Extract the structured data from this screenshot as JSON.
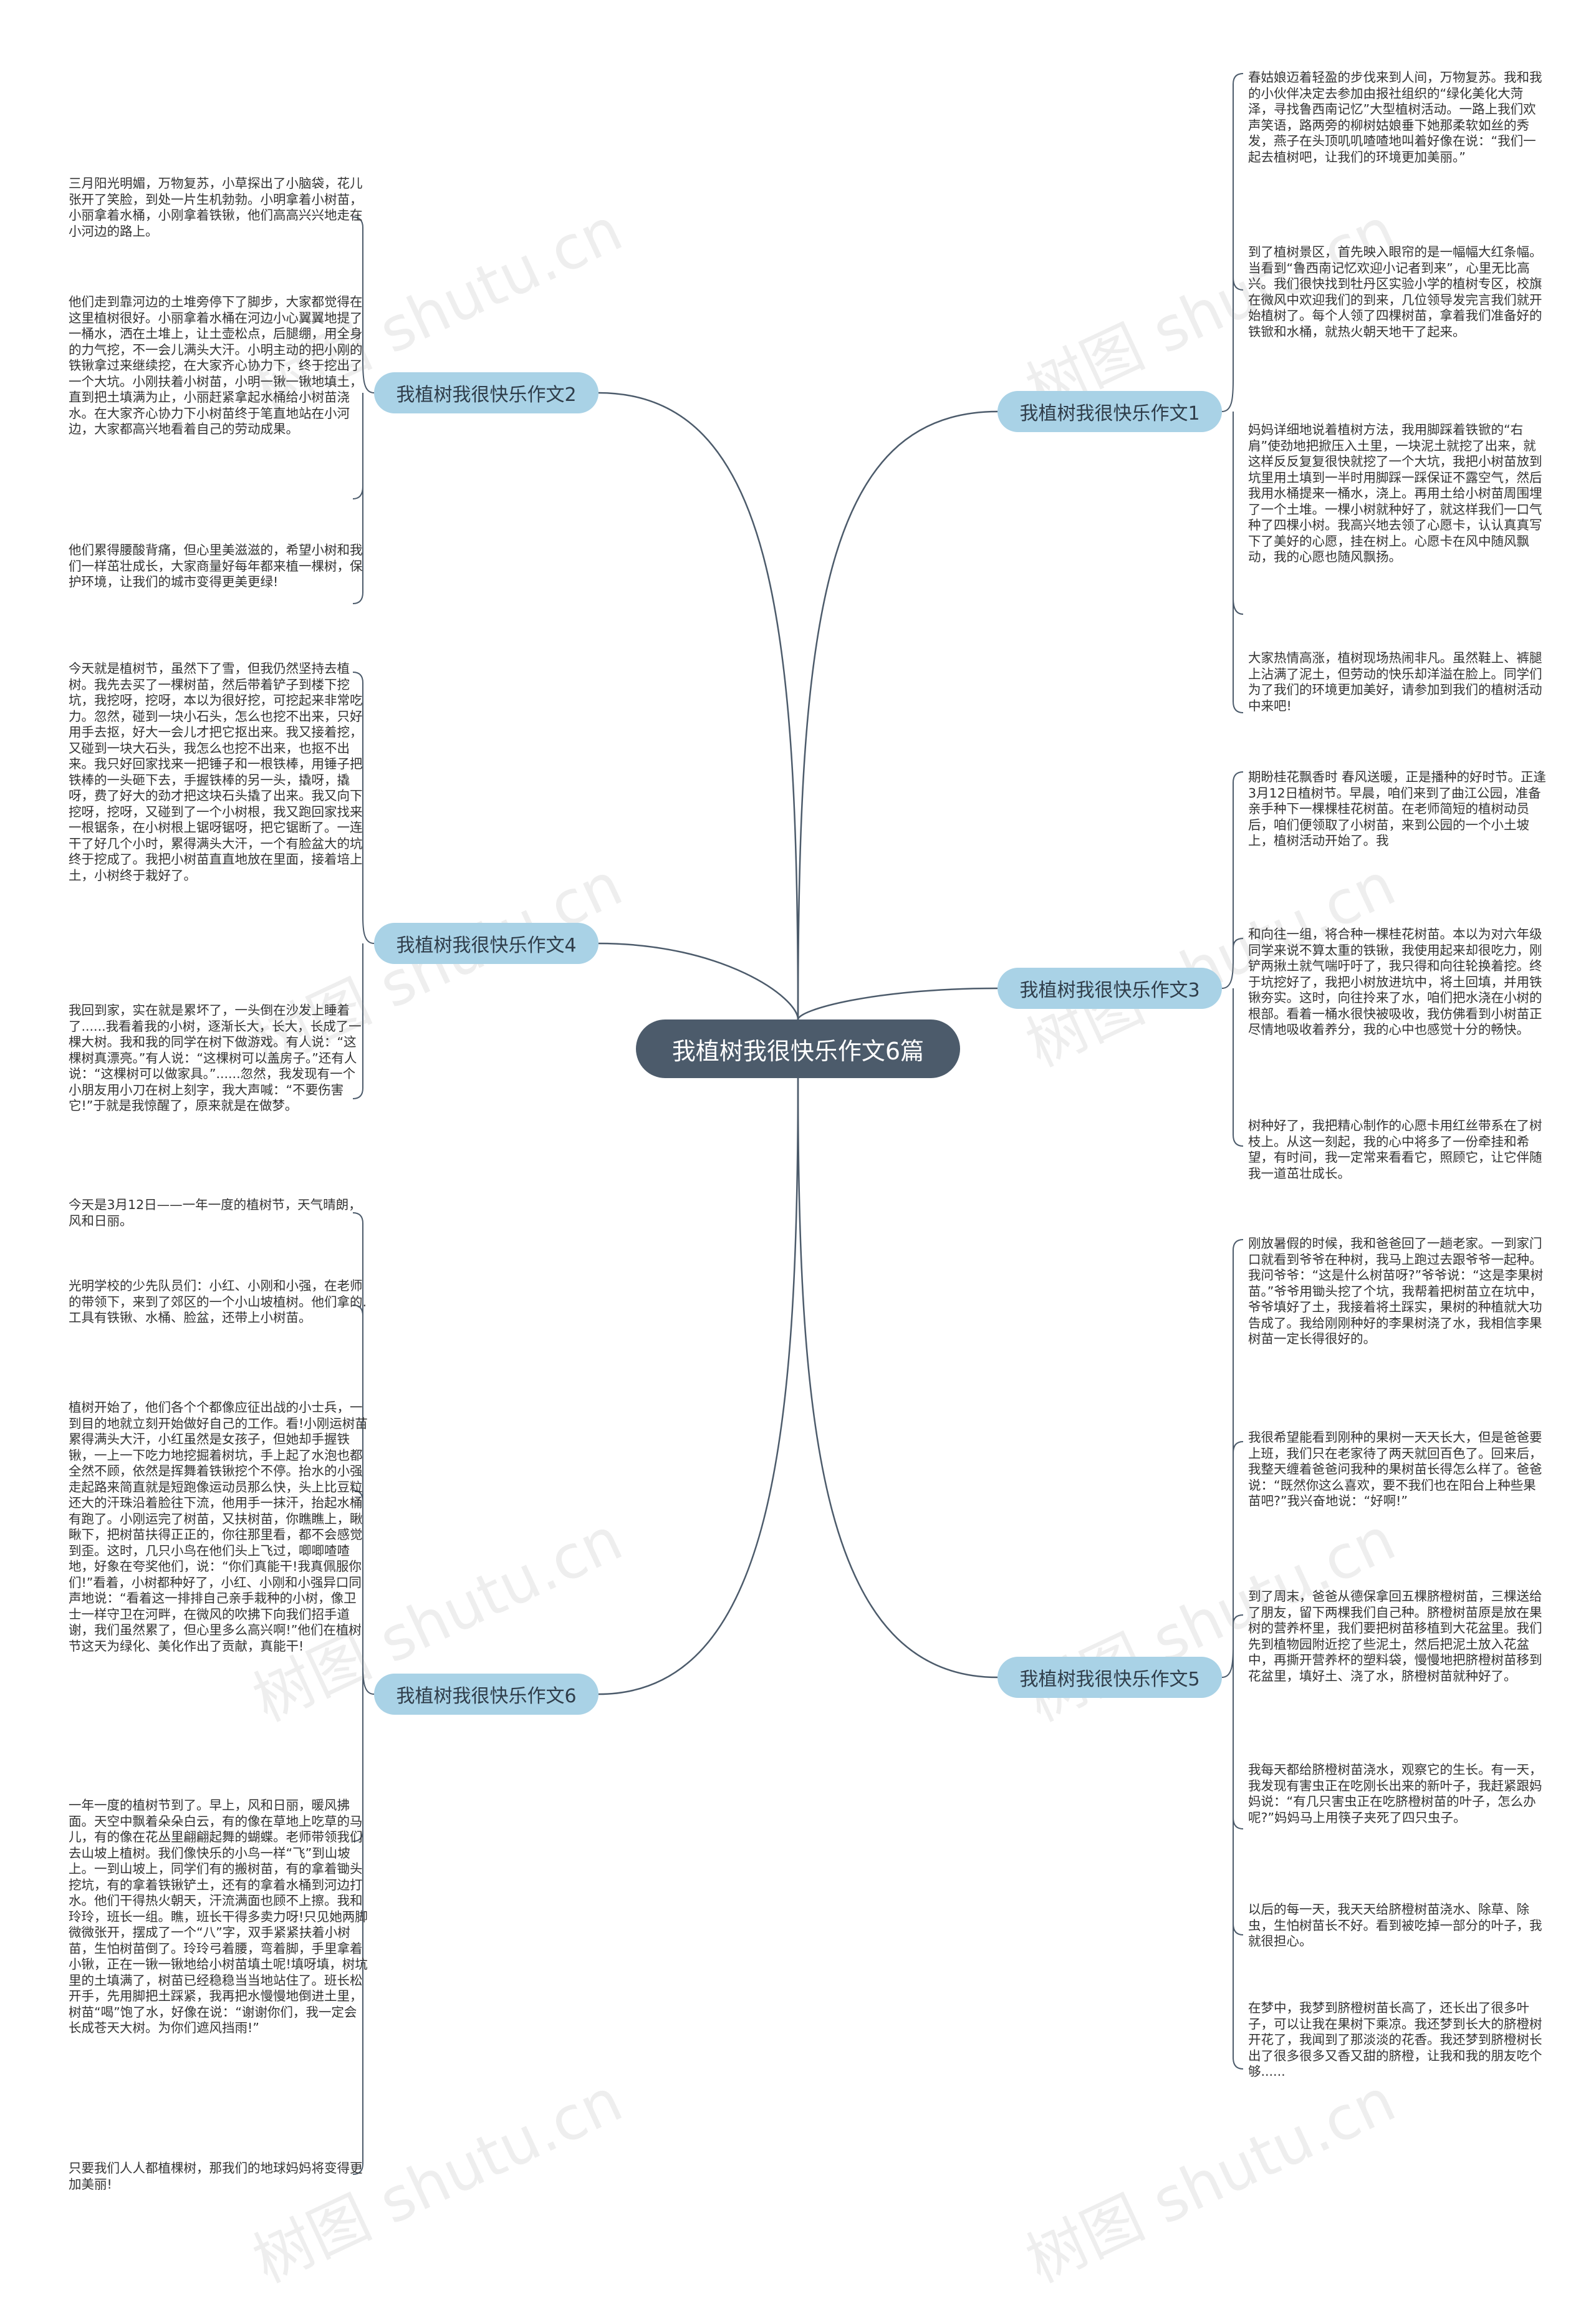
{
  "root": "我植树我很快乐作文6篇",
  "watermark": "树图 shutu.cn",
  "branches": {
    "b1": {
      "title": "我植树我很快乐作文1",
      "leaves": [
        "春姑娘迈着轻盈的步伐来到人间，万物复苏。我和我的小伙伴决定去参加由报社组织的“绿化美化大菏泽，寻找鲁西南记忆”大型植树活动。一路上我们欢声笑语，路两旁的柳树姑娘垂下她那柔软如丝的秀发，燕子在头顶叽叽喳喳地叫着好像在说：“我们一起去植树吧，让我们的环境更加美丽。”",
        "到了植树景区，首先映入眼帘的是一幅幅大红条幅。当看到“鲁西南记忆欢迎小记者到来”，心里无比高兴。我们很快找到牡丹区实验小学的植树专区，校旗在微风中欢迎我们的到来，几位领导发完言我们就开始植树了。每个人领了四棵树苗，拿着我们准备好的铁锨和水桶，就热火朝天地干了起来。",
        "妈妈详细地说着植树方法，我用脚踩着铁锨的“右肩”使劲地把掀压入土里，一块泥土就挖了出来，就这样反反复复很快就挖了一个大坑，我把小树苗放到坑里用土填到一半时用脚踩一踩保证不露空气，然后我用水桶提来一桶水，浇上。再用土给小树苗周围埋了一个土堆。一棵小树就种好了，就这样我们一口气种了四棵小树。我高兴地去领了心愿卡，认认真真写下了美好的心愿，挂在树上。心愿卡在风中随风飘动，我的心愿也随风飘扬。",
        "大家热情高涨，植树现场热闹非凡。虽然鞋上、裤腿上沾满了泥土，但劳动的快乐却洋溢在脸上。同学们为了我们的环境更加美好，请参加到我们的植树活动中来吧!"
      ]
    },
    "b2": {
      "title": "我植树我很快乐作文2",
      "leaves": [
        "三月阳光明媚，万物复苏，小草探出了小脑袋，花儿张开了笑脸，到处一片生机勃勃。小明拿着小树苗，小丽拿着水桶，小刚拿着铁锹，他们高高兴兴地走在小河边的路上。",
        "他们走到靠河边的土堆旁停下了脚步，大家都觉得在这里植树很好。小丽拿着水桶在河边小心翼翼地提了一桶水，洒在土堆上，让土壶松点，后腿绷，用全身的力气挖，不一会儿满头大汗。小明主动的把小刚的铁锹拿过来继续挖，在大家齐心协力下，终于挖出了一个大坑。小刚扶着小树苗，小明一锹一锹地填土，直到把土填满为止，小丽赶紧拿起水桶给小树苗浇水。在大家齐心协力下小树苗终于笔直地站在小河边，大家都高兴地看着自己的劳动成果。",
        "他们累得腰酸背痛，但心里美滋滋的，希望小树和我们一样茁壮成长，大家商量好每年都来植一棵树，保护环境，让我们的城市变得更美更绿!"
      ]
    },
    "b3": {
      "title": "我植树我很快乐作文3",
      "leaves": [
        "期盼桂花飘香时 春风送暖，正是播种的好时节。正逢3月12日植树节。早晨，咱们来到了曲江公园，准备亲手种下一棵棵桂花树苗。在老师简短的植树动员后，咱们便领取了小树苗，来到公园的一个小土坡上，植树活动开始了。我",
        "和向往一组，将合种一棵桂花树苗。本以为对六年级同学来说不算太重的铁锹，我使用起来却很吃力，刚铲两揪土就气喘吁吁了，我只得和向往轮换着挖。终于坑挖好了，我把小树放进坑中，将土回填，并用铁锹夯实。这时，向往拎来了水，咱们把水浇在小树的根部。看着一桶水很快被吸收，我仿佛看到小树苗正尽情地吸收着养分，我的心中也感觉十分的畅快。",
        "树种好了，我把精心制作的心愿卡用红丝带系在了树枝上。从这一刻起，我的心中将多了一份牵挂和希望，有时间，我一定常来看看它，照顾它，让它伴随我一道茁壮成长。"
      ]
    },
    "b4": {
      "title": "我植树我很快乐作文4",
      "leaves": [
        "今天就是植树节，虽然下了雪，但我仍然坚持去植树。我先去买了一棵树苗，然后带着铲子到楼下挖坑，我挖呀，挖呀，本以为很好挖，可挖起来非常吃力。忽然，碰到一块小石头，怎么也挖不出来，只好用手去抠，好大一会儿才把它抠出来。我又接着挖，又碰到一块大石头，我怎么也挖不出来，也抠不出来。我只好回家找来一把锤子和一根铁棒，用锤子把铁棒的一头砸下去，手握铁棒的另一头，撬呀，撬呀，费了好大的劲才把这块石头撬了出来。我又向下挖呀，挖呀，又碰到了一个小树根，我又跑回家找来一根锯条，在小树根上锯呀锯呀，把它锯断了。一连干了好几个小时，累得满头大汗，一个有脸盆大的坑终于挖成了。我把小树苗直直地放在里面，接着培上土，小树终于栽好了。",
        "我回到家，实在就是累坏了，一头倒在沙发上睡着了......我看着我的小树，逐渐长大，长大，长成了一棵大树。我和我的同学在树下做游戏。有人说：“这棵树真漂亮。”有人说：“这棵树可以盖房子。”还有人说：“这棵树可以做家具。”......忽然，我发现有一个小朋友用小刀在树上刻字，我大声喊：“不要伤害它!”于就是我惊醒了，原来就是在做梦。"
      ]
    },
    "b5": {
      "title": "我植树我很快乐作文5",
      "leaves": [
        "刚放暑假的时候，我和爸爸回了一趟老家。一到家门口就看到爷爷在种树，我马上跑过去跟爷爷一起种。我问爷爷：“这是什么树苗呀?”爷爷说：“这是李果树苗。”爷爷用锄头挖了个坑，我帮着把树苗立在坑中，爷爷填好了土，我接着将土踩实，果树的种植就大功告成了。我给刚刚种好的李果树浇了水，我相信李果树苗一定长得很好的。",
        "我很希望能看到刚种的果树一天天长大，但是爸爸要上班，我们只在老家待了两天就回百色了。回来后，我整天缠着爸爸问我种的果树苗长得怎么样了。爸爸说：“既然你这么喜欢，要不我们也在阳台上种些果苗吧?”我兴奋地说：“好啊!”",
        "到了周末，爸爸从德保拿回五棵脐橙树苗，三棵送给了朋友，留下两棵我们自己种。脐橙树苗原是放在果树的营养杯里，我们要把树苗移植到大花盆里。我们先到植物园附近挖了些泥土，然后把泥土放入花盆中，再撕开营养杯的塑料袋，慢慢地把脐橙树苗移到花盆里，填好土、浇了水，脐橙树苗就种好了。",
        "我每天都给脐橙树苗浇水，观察它的生长。有一天，我发现有害虫正在吃刚长出来的新叶子，我赶紧跟妈妈说：“有几只害虫正在吃脐橙树苗的叶子，怎么办呢?”妈妈马上用筷子夹死了四只虫子。",
        "以后的每一天，我天天给脐橙树苗浇水、除草、除虫，生怕树苗长不好。看到被吃掉一部分的叶子，我就很担心。",
        "在梦中，我梦到脐橙树苗长高了，还长出了很多叶子，可以让我在果树下乘凉。我还梦到长大的脐橙树开花了，我闻到了那淡淡的花香。我还梦到脐橙树长出了很多很多又香又甜的脐橙，让我和我的朋友吃个够......"
      ]
    },
    "b6": {
      "title": "我植树我很快乐作文6",
      "leaves": [
        "今天是3月12日——一年一度的植树节，天气晴朗，风和日丽。",
        "光明学校的少先队员们：小红、小刚和小强，在老师的带领下，来到了郊区的一个小山坡植树。他们拿的.工具有铁锹、水桶、脸盆，还带上小树苗。",
        "植树开始了，他们各个个都像应征出战的小士兵，一到目的地就立刻开始做好自己的工作。看!小刚运树苗累得满头大汗，小红虽然是女孩子，但她却手握铁锹，一上一下吃力地挖掘着树坑，手上起了水泡也都全然不顾，依然是挥舞着铁锹挖个不停。抬水的小强走起路来简直就是短跑像运动员那么快，头上比豆粒还大的汗珠沿着脸往下流，他用手一抹汗，抬起水桶有跑了。小刚运完了树苗，又扶树苗，你瞧瞧上，瞅瞅下，把树苗扶得正正的，你往那里看，都不会感觉到歪。这时，几只小鸟在他们头上飞过，唧唧喳喳地，好象在夸奖他们，说：“你们真能干!我真佩服你们!”看着，小树都种好了，小红、小刚和小强异口同声地说：“看着这一排排自己亲手栽种的小树，像卫士一样守卫在河畔，在微风的吹拂下向我们招手道谢，我们虽然累了，但心里多么高兴啊!”他们在植树节这天为绿化、美化作出了贡献，真能干!",
        "一年一度的植树节到了。早上，风和日丽，暖风拂面。天空中飘着朵朵白云，有的像在草地上吃草的马儿，有的像在花丛里翩翩起舞的蝴蝶。老师带领我们去山坡上植树。我们像快乐的小鸟一样“飞”到山坡上。一到山坡上，同学们有的搬树苗，有的拿着锄头挖坑，有的拿着铁锹铲土，还有的拿着水桶到河边打水。他们干得热火朝天，汗流满面也顾不上擦。我和玲玲，班长一组。瞧，班长干得多卖力呀!只见她两脚微微张开，摆成了一个“八”字，双手紧紧扶着小树苗，生怕树苗倒了。玲玲弓着腰，弯着脚，手里拿着小锹，正在一锹一锹地给小树苗填土呢!填呀填，树坑里的土填满了，树苗已经稳稳当当地站住了。班长松开手，先用脚把土踩紧，我再把水慢慢地倒进土里，树苗“喝”饱了水，好像在说：“谢谢你们，我一定会长成苍天大树。为你们遮风挡雨!”",
        "只要我们人人都植棵树，那我们的地球妈妈将变得更加美丽!"
      ]
    }
  }
}
